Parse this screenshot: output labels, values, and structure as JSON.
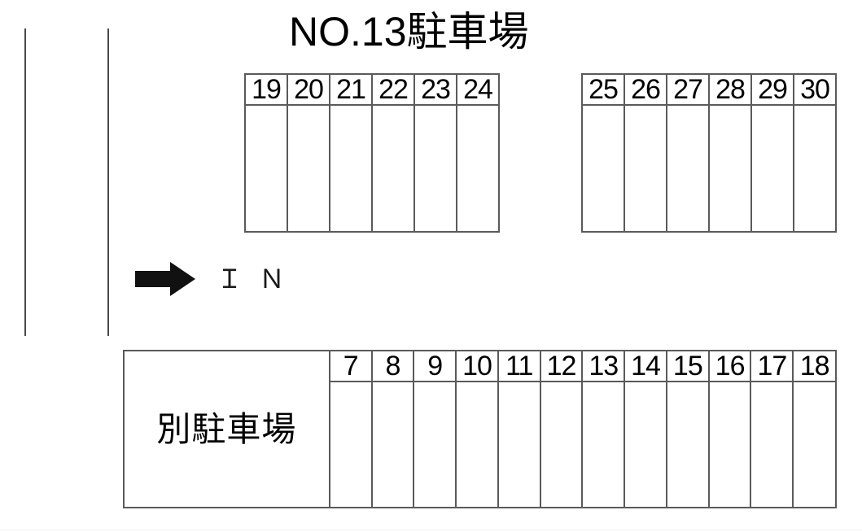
{
  "document": {
    "title": "NO.13駐車場",
    "type": "parking-lot-map"
  },
  "entrance": {
    "arrow_icon": "right-arrow-icon",
    "label": "Ｉ Ｎ"
  },
  "blocks": [
    {
      "id": "top-left",
      "stalls": [
        {
          "number": "19"
        },
        {
          "number": "20"
        },
        {
          "number": "21"
        },
        {
          "number": "22"
        },
        {
          "number": "23"
        },
        {
          "number": "24"
        }
      ]
    },
    {
      "id": "top-right",
      "stalls": [
        {
          "number": "25"
        },
        {
          "number": "26"
        },
        {
          "number": "27"
        },
        {
          "number": "28"
        },
        {
          "number": "29"
        },
        {
          "number": "30"
        }
      ]
    },
    {
      "id": "bottom",
      "area_label": "別駐車場",
      "stalls": [
        {
          "number": "7"
        },
        {
          "number": "8"
        },
        {
          "number": "9"
        },
        {
          "number": "10"
        },
        {
          "number": "11"
        },
        {
          "number": "12"
        },
        {
          "number": "13"
        },
        {
          "number": "14"
        },
        {
          "number": "15"
        },
        {
          "number": "16"
        },
        {
          "number": "17"
        },
        {
          "number": "18"
        }
      ]
    }
  ],
  "road": {
    "left_edge_label": "road-edge-line",
    "right_edge_label": "road-edge-line"
  },
  "colors": {
    "line": "#5a5a5a",
    "text": "#000000",
    "arrow": "#111111",
    "background": "#ffffff"
  }
}
